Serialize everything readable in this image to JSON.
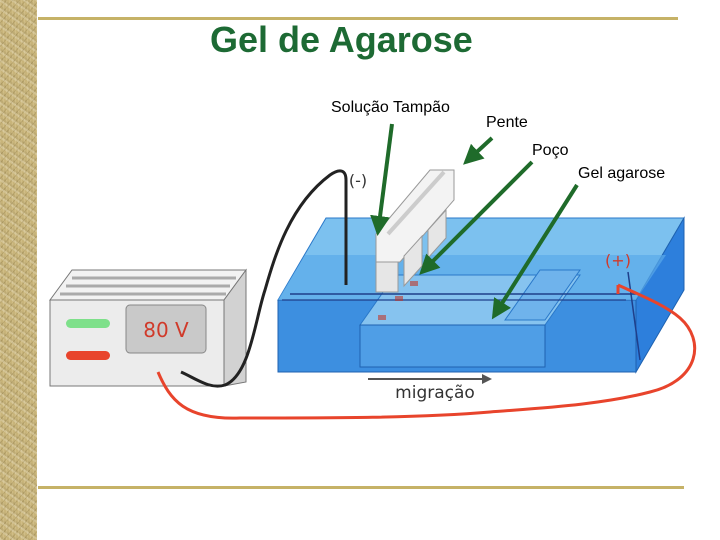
{
  "title": "Gel de Agarose",
  "labels": {
    "buffer": "Solução Tampão",
    "comb": "Pente",
    "well": "Poço",
    "gel": "Gel agarose"
  },
  "diagram": {
    "voltage": "80 V",
    "cathode": "(-)",
    "anode": "(+)",
    "direction": "migração"
  },
  "colors": {
    "title": "#1d6a34",
    "arrow": "#1f6b2a",
    "buffer": "#3d8fe0",
    "wire_positive": "#e8442c",
    "wire_negative": "#222222",
    "led_green": "#7ee08a",
    "led_red": "#e8442c"
  }
}
